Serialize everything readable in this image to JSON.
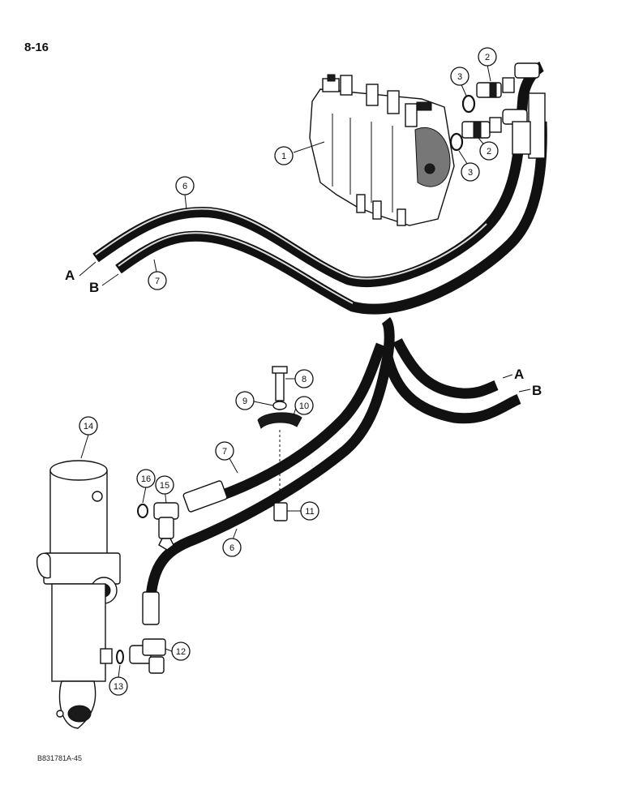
{
  "header": {
    "page_number": "8-16"
  },
  "footer": {
    "drawing_code": "B831781A-45"
  },
  "line_labels": {
    "top_a": "A",
    "top_b": "B",
    "bottom_a": "A",
    "bottom_b": "B"
  },
  "callouts": [
    "1",
    "2",
    "2",
    "3",
    "3",
    "6",
    "7",
    "8",
    "9",
    "10",
    "7",
    "6",
    "11",
    "14",
    "16",
    "15",
    "12",
    "13"
  ]
}
